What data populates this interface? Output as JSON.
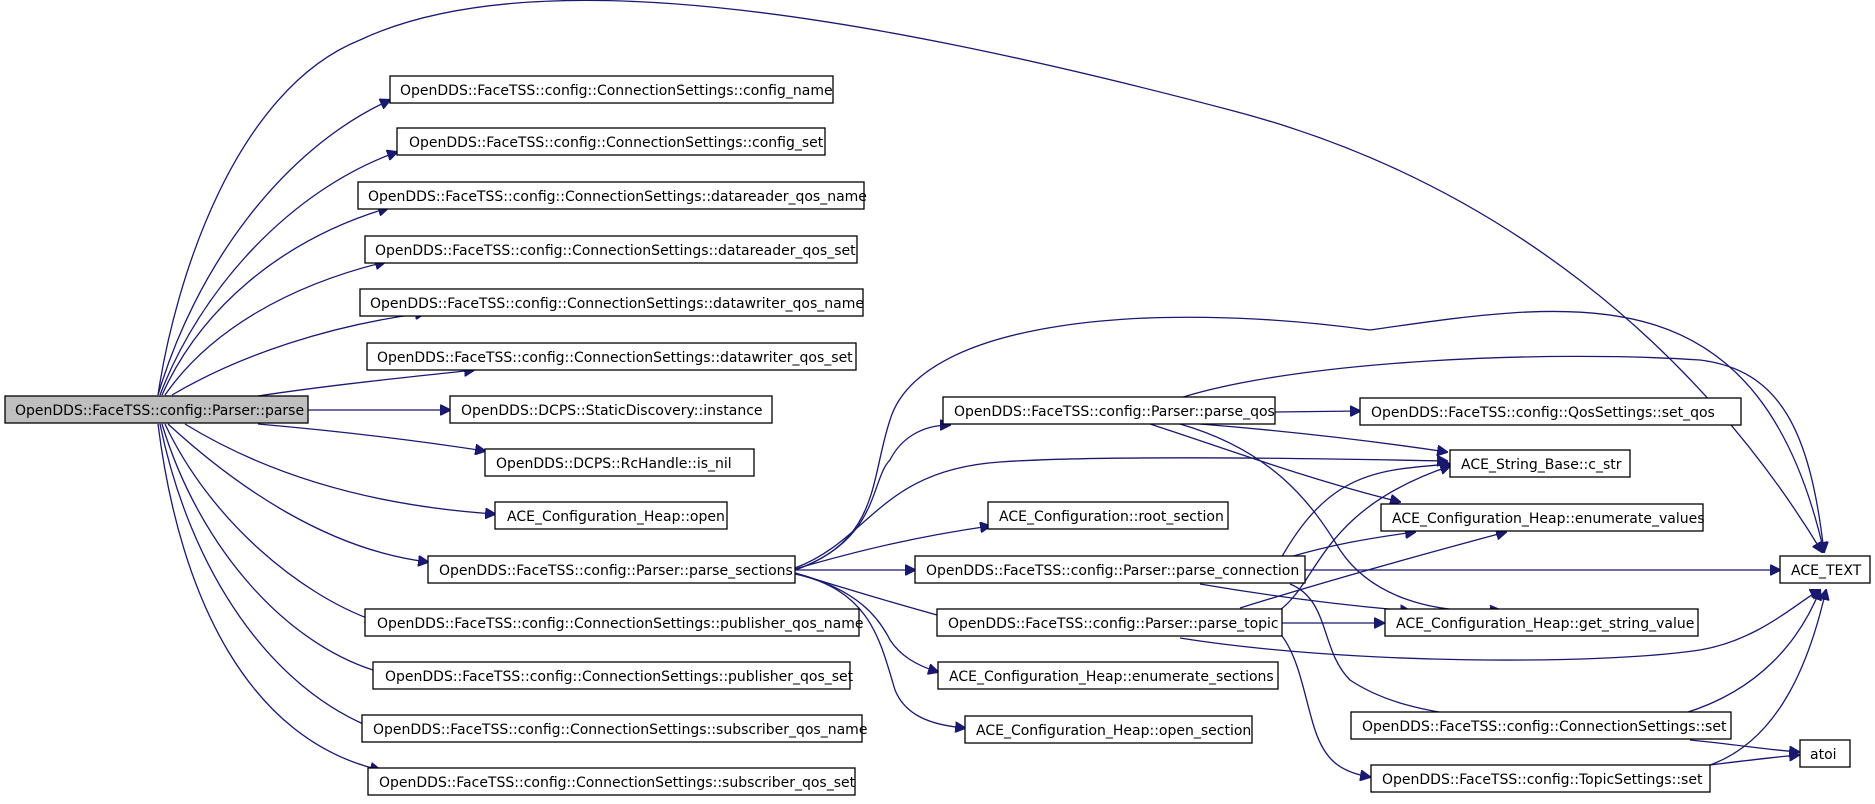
{
  "diagram": {
    "type": "call-graph",
    "edge_color": "#191970",
    "root_fill": "#bfbfbf",
    "nodes": {
      "parse": "OpenDDS::FaceTSS::config::Parser::parse",
      "config_name": "OpenDDS::FaceTSS::config::ConnectionSettings::config_name",
      "config_set": "OpenDDS::FaceTSS::config::ConnectionSettings::config_set",
      "dr_qos_name": "OpenDDS::FaceTSS::config::ConnectionSettings::datareader_qos_name",
      "dr_qos_set": "OpenDDS::FaceTSS::config::ConnectionSettings::datareader_qos_set",
      "dw_qos_name": "OpenDDS::FaceTSS::config::ConnectionSettings::datawriter_qos_name",
      "dw_qos_set": "OpenDDS::FaceTSS::config::ConnectionSettings::datawriter_qos_set",
      "instance": "OpenDDS::DCPS::StaticDiscovery::instance",
      "is_nil": "OpenDDS::DCPS::RcHandle::is_nil",
      "heap_open": "ACE_Configuration_Heap::open",
      "parse_sections": "OpenDDS::FaceTSS::config::Parser::parse_sections",
      "pub_qos_name": "OpenDDS::FaceTSS::config::ConnectionSettings::publisher_qos_name",
      "pub_qos_set": "OpenDDS::FaceTSS::config::ConnectionSettings::publisher_qos_set",
      "sub_qos_name": "OpenDDS::FaceTSS::config::ConnectionSettings::subscriber_qos_name",
      "sub_qos_set": "OpenDDS::FaceTSS::config::ConnectionSettings::subscriber_qos_set",
      "parse_qos": "OpenDDS::FaceTSS::config::Parser::parse_qos",
      "root_section": "ACE_Configuration::root_section",
      "parse_connection": "OpenDDS::FaceTSS::config::Parser::parse_connection",
      "parse_topic": "OpenDDS::FaceTSS::config::Parser::parse_topic",
      "enumerate_sections": "ACE_Configuration_Heap::enumerate_sections",
      "open_section": "ACE_Configuration_Heap::open_section",
      "set_qos": "OpenDDS::FaceTSS::config::QosSettings::set_qos",
      "c_str": "ACE_String_Base::c_str",
      "enumerate_values": "ACE_Configuration_Heap::enumerate_values",
      "get_string_value": "ACE_Configuration_Heap::get_string_value",
      "cs_set": "OpenDDS::FaceTSS::config::ConnectionSettings::set",
      "ts_set": "OpenDDS::FaceTSS::config::TopicSettings::set",
      "ace_text": "ACE_TEXT",
      "atoi": "atoi"
    }
  }
}
